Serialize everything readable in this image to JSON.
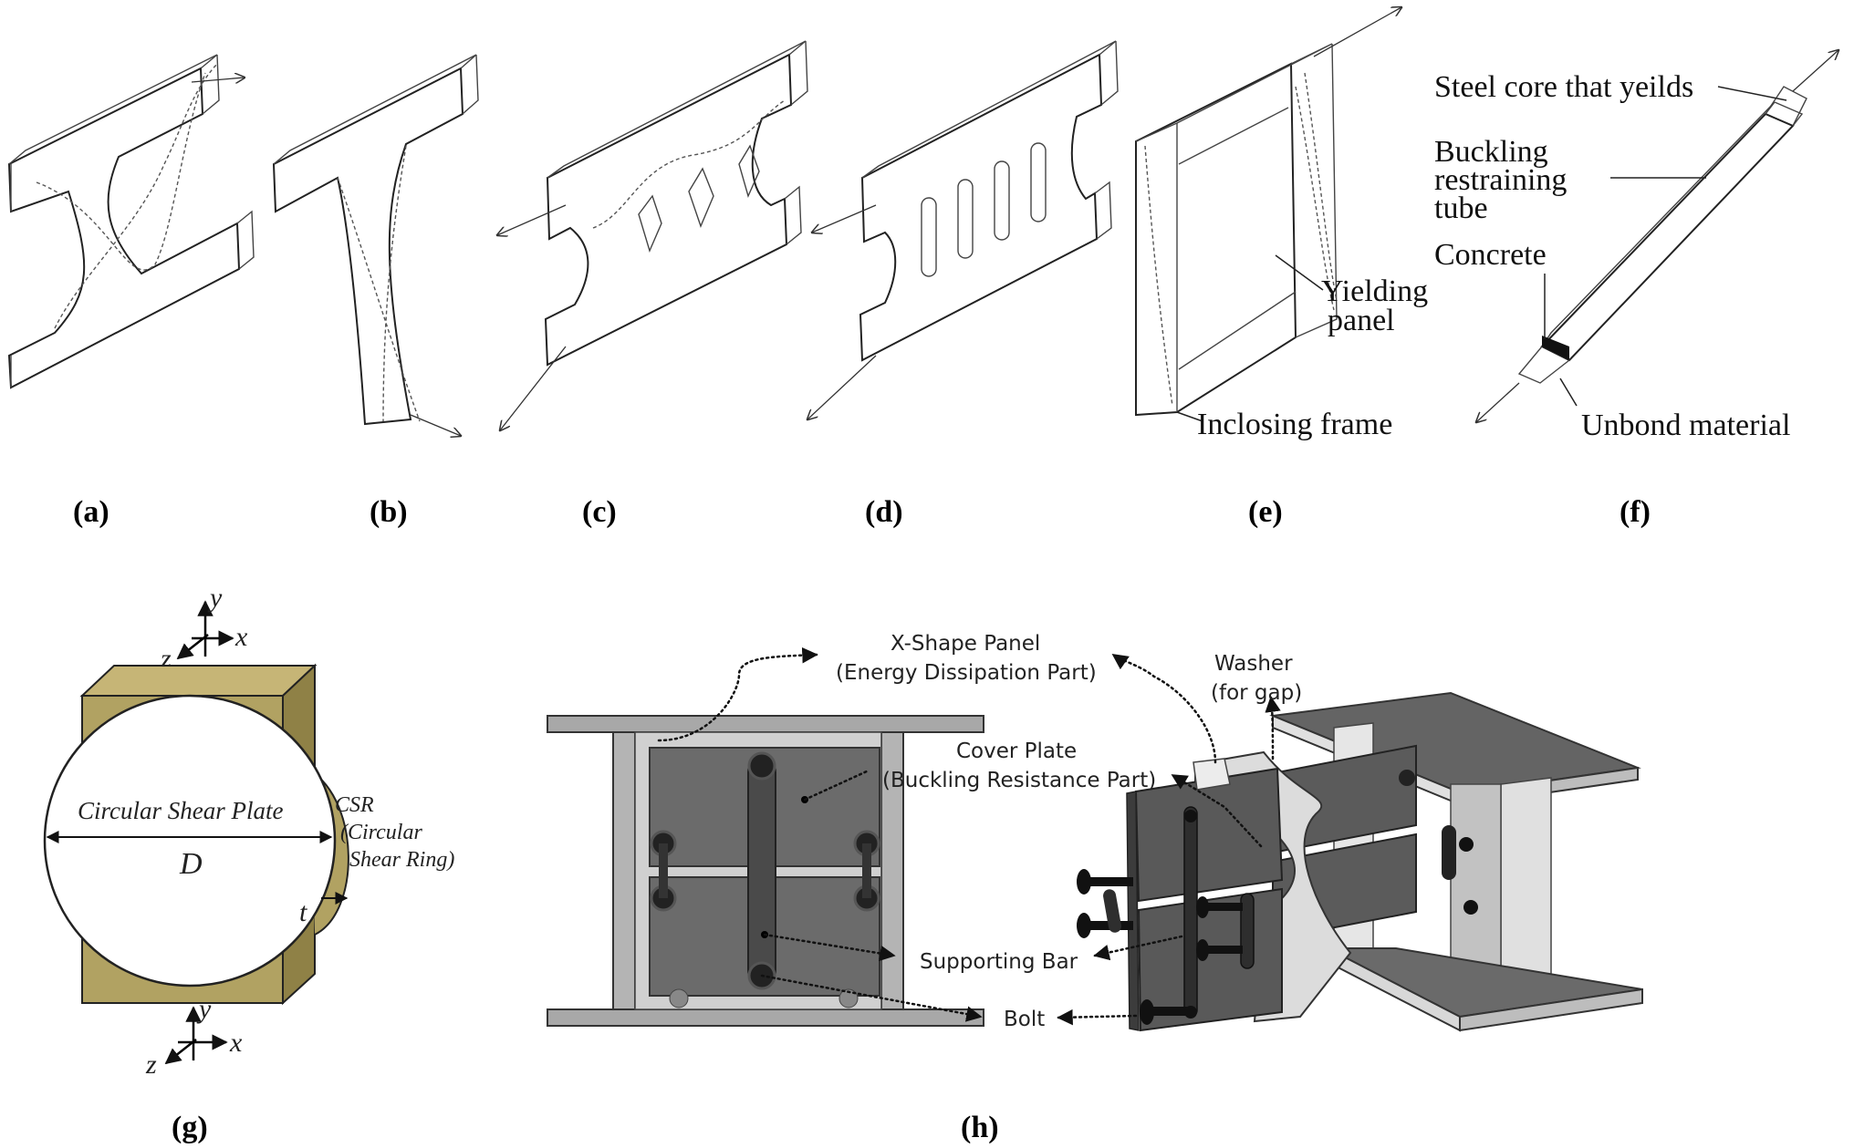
{
  "panels": {
    "a": "(a)",
    "b": "(b)",
    "c": "(c)",
    "d": "(d)",
    "e": "(e)",
    "f": "(f)",
    "g": "(g)",
    "h": "(h)"
  },
  "panel_e": {
    "yielding_panel_1": "Yielding",
    "yielding_panel_2": "panel",
    "enclosing_frame": "Inclosing frame"
  },
  "panel_f": {
    "steel_core": "Steel core that yeilds",
    "tube_1": "Buckling",
    "tube_2": "restraining",
    "tube_3": "tube",
    "concrete": "Concrete",
    "unbond": "Unbond material"
  },
  "panel_g": {
    "circular_shear_plate": "Circular Shear Plate",
    "diameter": "D",
    "thickness": "t",
    "csr_1": "CSR",
    "csr_2": "(Circular",
    "csr_3": "Shear Ring)",
    "axis_x": "x",
    "axis_y": "y",
    "axis_z": "z"
  },
  "panel_h": {
    "xpanel_1": "X-Shape Panel",
    "xpanel_2": "(Energy Dissipation Part)",
    "washer_1": "Washer",
    "washer_2": "(for gap)",
    "cover_1": "Cover Plate",
    "cover_2": "(Buckling Resistance Part)",
    "supporting_bar": "Supporting Bar",
    "bolt": "Bolt"
  },
  "colors": {
    "ring_fill": "#b1a262",
    "dark_plate": "#666666",
    "frame_gray": "#a3a3a3",
    "light_gray": "#d4d4d4"
  }
}
